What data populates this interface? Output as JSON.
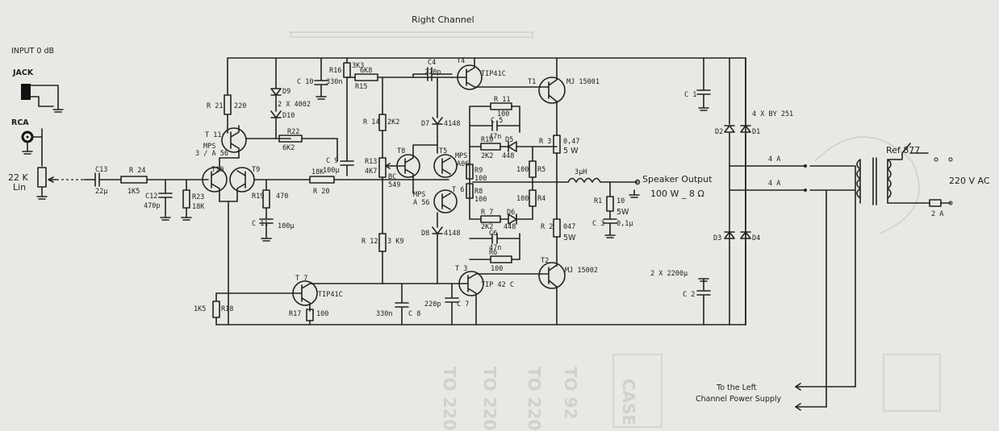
{
  "title": "Right Channel",
  "input": {
    "label": "INPUT 0 dB",
    "jack": "JACK",
    "rca": "RCA",
    "pot_value": "22 K",
    "pot_taper": "Lin"
  },
  "labels": {
    "C13": "C13",
    "C13v": "22µ",
    "R24": "R 24",
    "R24v": "1K5",
    "C12": "C12",
    "C12v": "470p",
    "R23": "R23",
    "R23v": "18K",
    "R21": "R 21",
    "R21v": "220",
    "T11": "T 11",
    "T11a": "MPS",
    "T11b": "3 / A 56",
    "T10": "T10",
    "T9": "T9",
    "D9": "D9",
    "D9t": "2 X 4002",
    "D10": "D10",
    "R22": "R22",
    "R22v": "6K2",
    "C10": "C 10",
    "C10v": "330n",
    "R16": "R16",
    "R16v": "3K3",
    "R15v": "6K8",
    "R15": "R15",
    "R14": "R 14",
    "R14v": "2K2",
    "C9": "C 9",
    "C9v": "100µ",
    "R19": "R19",
    "R19v": "470",
    "C11": "C 11",
    "C11v": "100µ",
    "R20v": "18K",
    "R20": "R 20",
    "R13": "R13",
    "R13v": "4K7",
    "T8": "T8",
    "T8a": "BC",
    "T8b": "549",
    "R12": "R 12",
    "R12v": "3 K9",
    "T7": "T 7",
    "T7v": "TIP41C",
    "R17": "R17",
    "R17v": "100",
    "R18v": "1K5",
    "R18": "R18",
    "C8v": "330n",
    "C8": "C 8",
    "C4": "C4",
    "C4v": "220p",
    "T4": "T4",
    "T4v": "TIP41C",
    "T5": "T5",
    "T5a": "MPS",
    "T5b": "A06",
    "T6": "T 6",
    "T6a": "MPS",
    "T6b": "A 56",
    "D7": "D7",
    "D7v": "4148",
    "D8": "D8",
    "D8v": "4148",
    "R11": "R 11",
    "R11v": "100",
    "C5": "C 5",
    "C5v": "47n",
    "R10": "R10",
    "R10v": "2K2",
    "D5": "D5",
    "D5v": "448",
    "R9": "R9",
    "R9v": "100",
    "R8": "R8",
    "R8v": "100",
    "R7": "R 7",
    "R7v": "2K2",
    "D6": "D6",
    "D6v": "448",
    "C6": "C6",
    "C6v": "47n",
    "R6": "R6",
    "R6v": "100",
    "T3": "T 3",
    "T3v": "TIP 42 C",
    "C7v": "220p",
    "C7": "C 7",
    "T1": "T1",
    "T1v": "MJ 15001",
    "T2": "T2",
    "T2v": "MJ 15002",
    "R3": "R 3",
    "R3v": "0,47",
    "R3w": "5 W",
    "R5v": "100",
    "R5": "R5",
    "R4v": "100",
    "R4": "R4",
    "R2": "R 2",
    "R2v": "047",
    "R2w": "5W",
    "L": "3µH",
    "R1": "R1",
    "R1v": "10",
    "R1w": "5W",
    "C3": "C 3",
    "C3v": "0,1µ",
    "speaker": "Speaker Output",
    "speaker_spec": "100 W _ 8 Ω",
    "C1": "C 1",
    "C2": "C 2",
    "cap_bank": "2 X 2200µ",
    "bridge": "4 X BY 251",
    "D1": "D1",
    "D2": "D2",
    "D3": "D3",
    "D4": "D4",
    "fuse1": "4 A",
    "fuse2": "4 A",
    "transformer": "Ref 877",
    "mains": "220 V AC",
    "mains_fuse": "2 A",
    "left_supply_1": "To the Left",
    "left_supply_2": "Channel Power Supply"
  },
  "background_marks": [
    "CASE",
    "TO 92",
    "TO 220",
    "TO 220",
    "TO 220"
  ]
}
